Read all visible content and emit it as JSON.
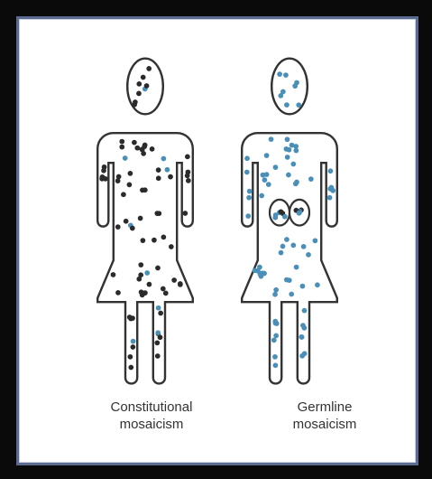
{
  "figures": [
    {
      "caption_line1": "Constitutional",
      "caption_line2": "mosaicism",
      "dot_pattern": "mixed",
      "dot_colors": {
        "primary": "#2b2b2b",
        "secondary": "#4a8fb8"
      }
    },
    {
      "caption_line1": "Germline",
      "caption_line2": "mosaicism",
      "dot_pattern": "gonadal",
      "dot_colors": {
        "primary": "#4a8fb8",
        "secondary": "#2b2b2b"
      }
    }
  ],
  "colors": {
    "frame": "#0a0a0a",
    "panel_border": "#5a6a90",
    "outline": "#333333"
  }
}
